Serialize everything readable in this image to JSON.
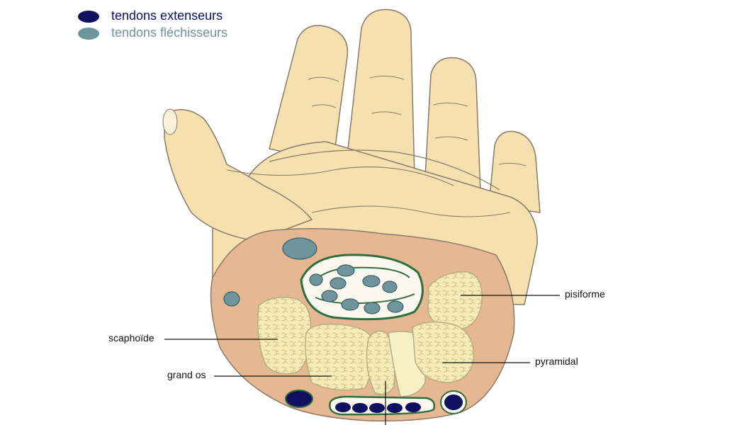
{
  "legend": [
    {
      "label": "tendons extenseurs",
      "color": "#0e0f5e"
    },
    {
      "label": "tendons fléchisseurs",
      "color": "#6e959b"
    }
  ],
  "labels": {
    "pisiforme": "pisiforme",
    "scaphoide": "scaphoïde",
    "pyramidal": "pyramidal",
    "grand_os": "grand os"
  },
  "colors": {
    "skin": "#f5e0b0",
    "skin_outline": "#8a7a66",
    "section": "#e5b893",
    "bone": "#f4ebb8",
    "bone_texture": "#d8cf9c",
    "sheath": "#2f6e3d",
    "extensor": "#0e0f5e",
    "flexor": "#6e959b"
  }
}
